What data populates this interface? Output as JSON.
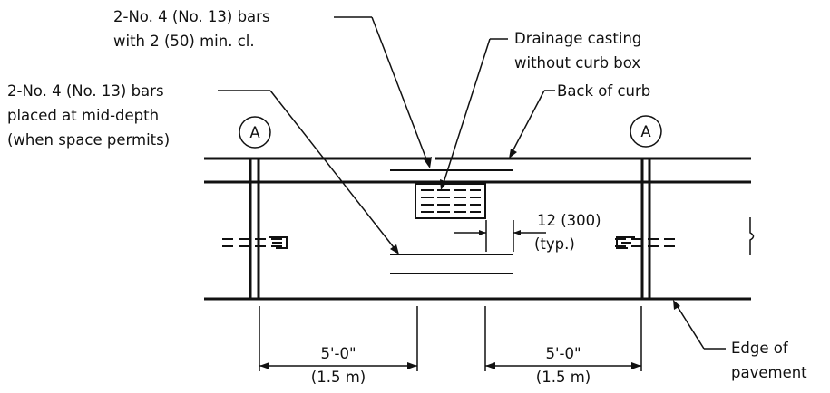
{
  "colors": {
    "ink": "#111111",
    "background": "#ffffff"
  },
  "labels": {
    "top_bars_line1": "2-No. 4 (No. 13) bars",
    "top_bars_line2": "with 2 (50) min. cl.",
    "drainage_line1": "Drainage casting",
    "drainage_line2": "without curb box",
    "mid_bars_line1": "2-No. 4 (No. 13) bars",
    "mid_bars_line2": "placed at mid-depth",
    "mid_bars_line3": "(when space permits)",
    "back_of_curb": "Back of curb",
    "section_marker": "A",
    "gap_dim": "12 (300)",
    "gap_typ": "(typ.)",
    "left_dim_ft": "5'-0\"",
    "left_dim_m": "(1.5 m)",
    "right_dim_ft": "5'-0\"",
    "right_dim_m": "(1.5 m)",
    "edge_line1": "Edge of",
    "edge_line2": "pavement"
  }
}
